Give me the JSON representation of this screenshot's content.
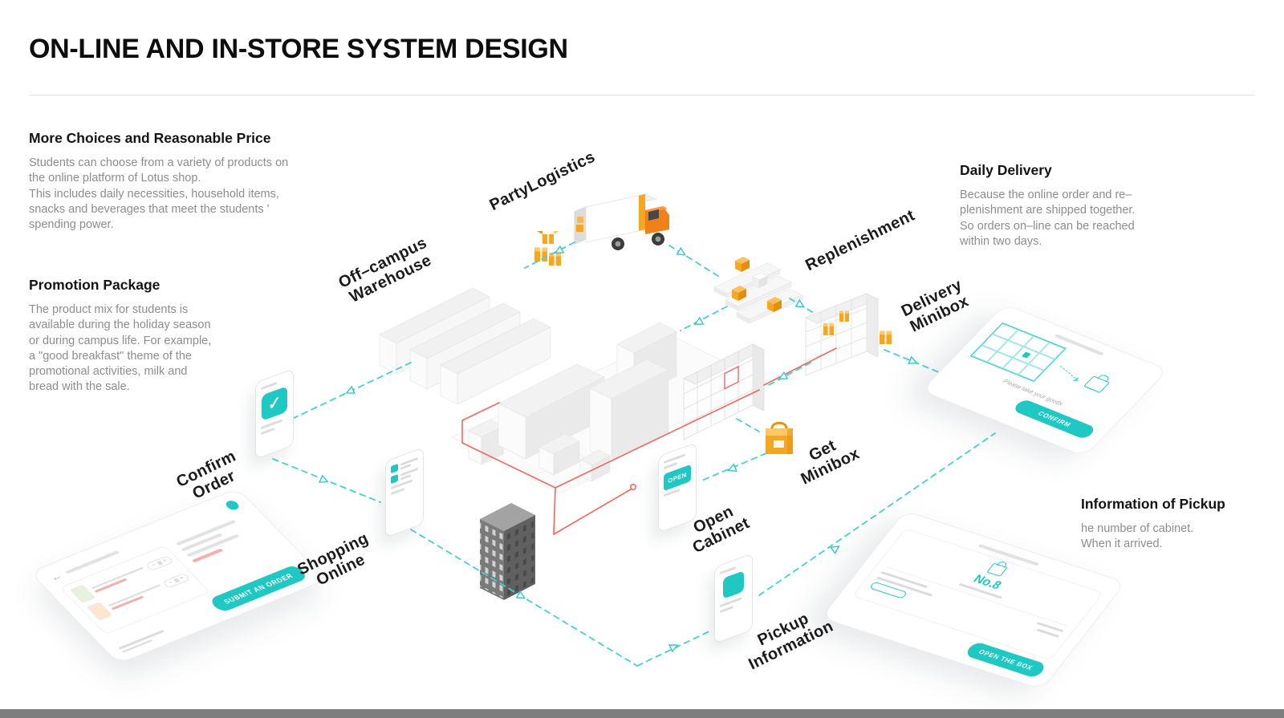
{
  "header": {
    "title": "ON-LINE AND IN-STORE SYSTEM DESIGN"
  },
  "sections": {
    "more_choices": {
      "heading": "More Choices and Reasonable Price",
      "body": "Students can choose from a variety of products on\nthe online platform of Lotus shop.\nThis includes daily necessities, household items,\nsnacks and beverages that meet the students '\nspending power."
    },
    "promotion": {
      "heading": "Promotion Package",
      "body": "The product mix for students is\navailable during the holiday season\nor during campus life. For example,\na \"good breakfast\" theme of the\npromotional activities, milk and\nbread with the sale."
    },
    "daily_delivery": {
      "heading": "Daily Delivery",
      "body": "Because the online order and re–\nplenishment are shipped together.\nSo orders on–line can be reached\nwithin two days."
    },
    "pickup_info": {
      "heading": "Information of Pickup",
      "body": "he number of cabinet.\nWhen it arrived."
    }
  },
  "diagram": {
    "labels": {
      "party_logistics": "PartyLogistics",
      "off_campus_warehouse": "Off–campus\nWarehouse",
      "replenishment": "Replenishment",
      "delivery_minibox": "Delivery\nMinibox",
      "confirm_order": "Confirm\nOrder",
      "shopping_online": "Shopping\nOnline",
      "open_cabinet": "Open\nCabinet",
      "get_minibox": "Get\nMinibox",
      "pickup_information": "Pickup\nInformation"
    },
    "screens": {
      "confirm_phone": {
        "check_icon": "✓"
      },
      "open_phone": {
        "button": "OPEN"
      },
      "order_tablet": {
        "back_icon": "←",
        "minus_icon": "−",
        "plus_icon": "+",
        "submit_button": "SUBMIT AN ORDER"
      },
      "cabinet_tablet": {
        "note": "Please take your goods",
        "confirm_button": "CONFIRM"
      },
      "pickup_tablet": {
        "cabinet_number": "No.8",
        "open_button": "OPEN THE BOX"
      }
    },
    "colors": {
      "teal": "#1fc8c2",
      "orange": "#f5a623",
      "truck_orange": "#f08019",
      "route_red": "#f2665e"
    }
  }
}
